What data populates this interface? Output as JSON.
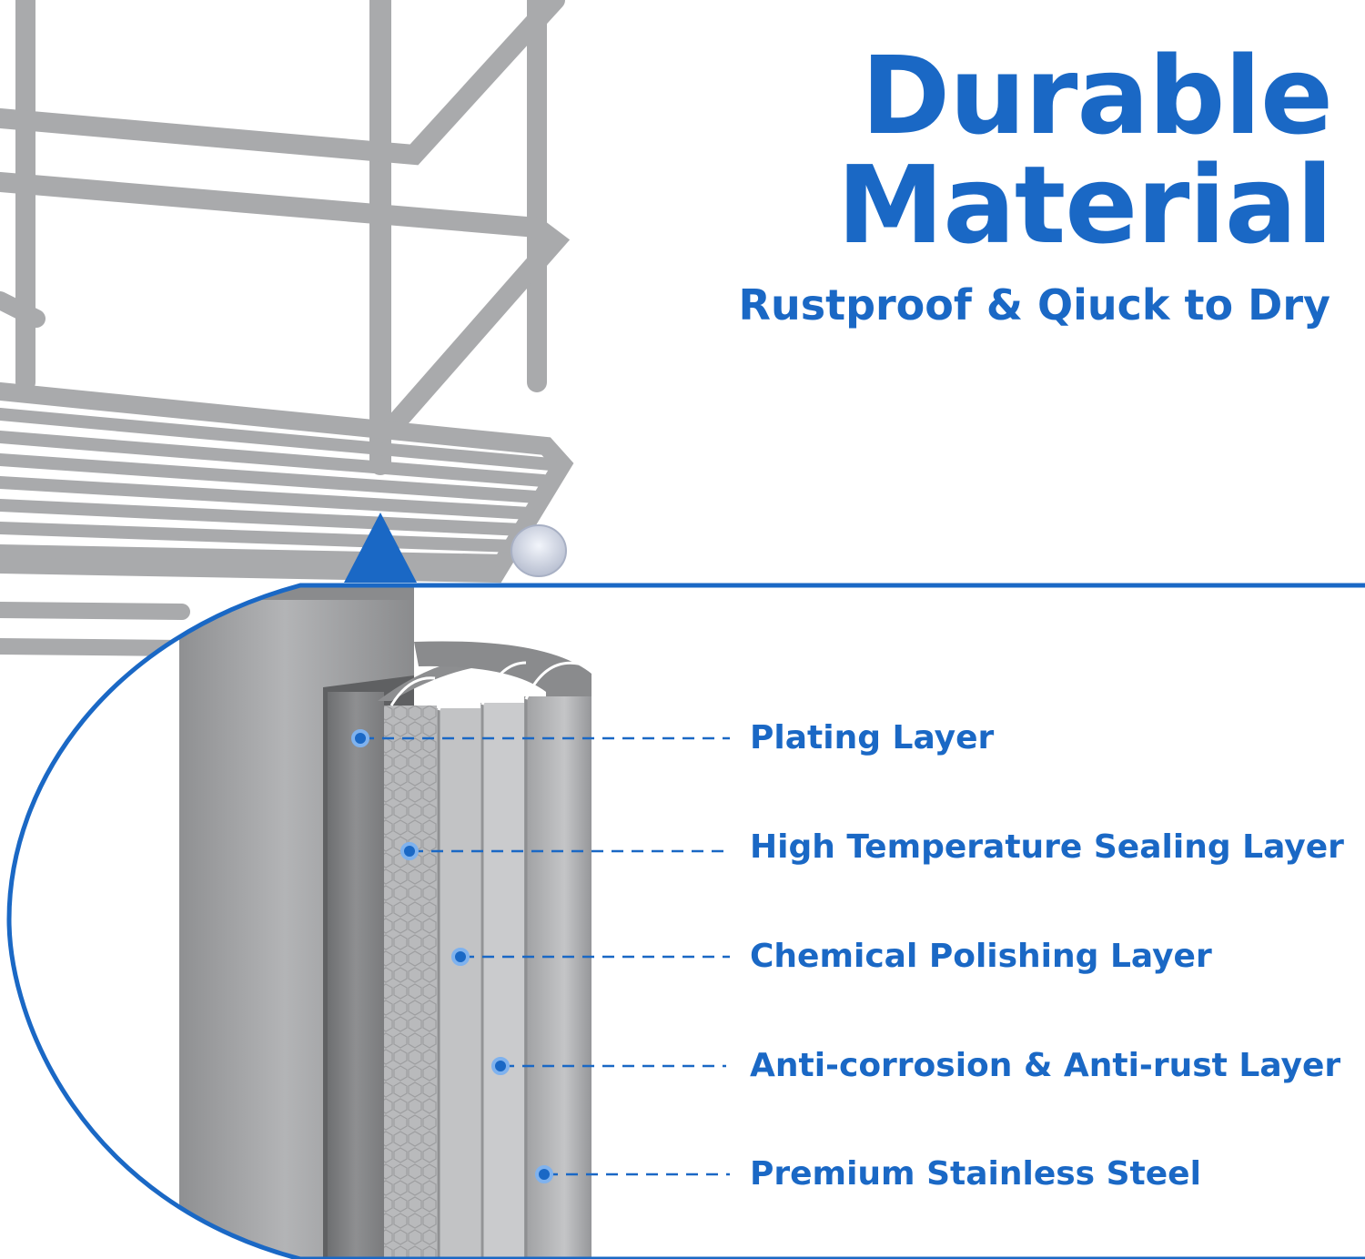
{
  "headline": {
    "title_line_1": "Durable",
    "title_line_2": "Material",
    "subtitle": "Rustproof & Qiuck to Dry"
  },
  "layers": [
    {
      "label": "Plating Layer"
    },
    {
      "label": "High Temperature Sealing Layer"
    },
    {
      "label": "Chemical Polishing Layer"
    },
    {
      "label": "Anti-corrosion & Anti-rust Layer"
    },
    {
      "label": "Premium Stainless Steel"
    }
  ],
  "colors": {
    "accent_blue": "#1a68c5",
    "wire_gray": "#a7a8aa",
    "rod_gray": "#9c9d9f",
    "background": "#ffffff"
  },
  "icons": {
    "pointer": "up-triangle-icon",
    "callout_marker": "dot-icon"
  }
}
